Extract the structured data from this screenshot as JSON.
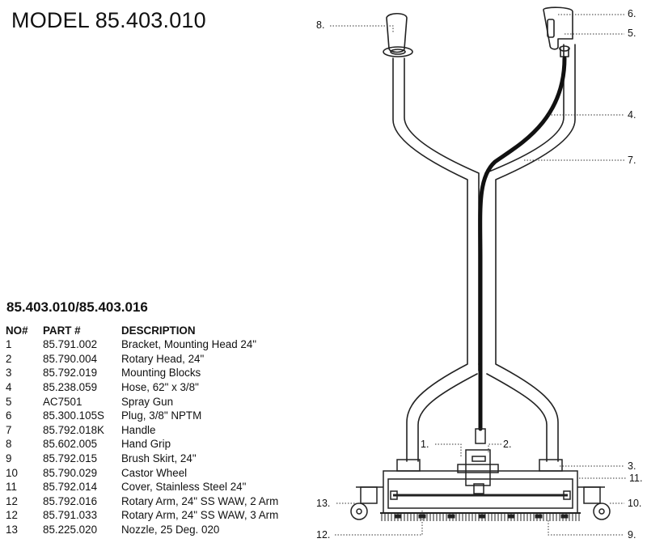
{
  "header": {
    "model_title": "MODEL 85.403.010"
  },
  "parts_list": {
    "title": "85.403.010/85.403.016",
    "columns": [
      "NO#",
      "PART #",
      "DESCRIPTION"
    ],
    "rows": [
      {
        "no": "1",
        "part": "85.791.002",
        "desc": "Bracket, Mounting Head 24\""
      },
      {
        "no": "2",
        "part": "85.790.004",
        "desc": "Rotary Head, 24\""
      },
      {
        "no": "3",
        "part": "85.792.019",
        "desc": "Mounting Blocks"
      },
      {
        "no": "4",
        "part": "85.238.059",
        "desc": "Hose, 62\" x 3/8\""
      },
      {
        "no": "5",
        "part": "AC7501",
        "desc": "Spray Gun"
      },
      {
        "no": "6",
        "part": "85.300.105S",
        "desc": "Plug, 3/8\" NPTM"
      },
      {
        "no": "7",
        "part": "85.792.018K",
        "desc": "Handle"
      },
      {
        "no": "8",
        "part": "85.602.005",
        "desc": "Hand Grip"
      },
      {
        "no": "9",
        "part": "85.792.015",
        "desc": "Brush Skirt, 24\""
      },
      {
        "no": "10",
        "part": "85.790.029",
        "desc": "Castor Wheel"
      },
      {
        "no": "11",
        "part": "85.792.014",
        "desc": "Cover, Stainless Steel 24\""
      },
      {
        "no": "12",
        "part": "85.792.016",
        "desc": "Rotary Arm, 24\" SS WAW, 2 Arm"
      },
      {
        "no": "12",
        "part": "85.791.033",
        "desc": "Rotary Arm, 24\" SS WAW, 3 Arm"
      },
      {
        "no": "13",
        "part": "85.225.020",
        "desc": "Nozzle, 25 Deg. 020"
      }
    ]
  },
  "callouts": {
    "c1": "1.",
    "c2": "2.",
    "c3": "3.",
    "c4": "4.",
    "c5": "5.",
    "c6": "6.",
    "c7": "7.",
    "c8": "8.",
    "c9": "9.",
    "c10": "10.",
    "c11": "11.",
    "c12": "12.",
    "c13": "13."
  }
}
